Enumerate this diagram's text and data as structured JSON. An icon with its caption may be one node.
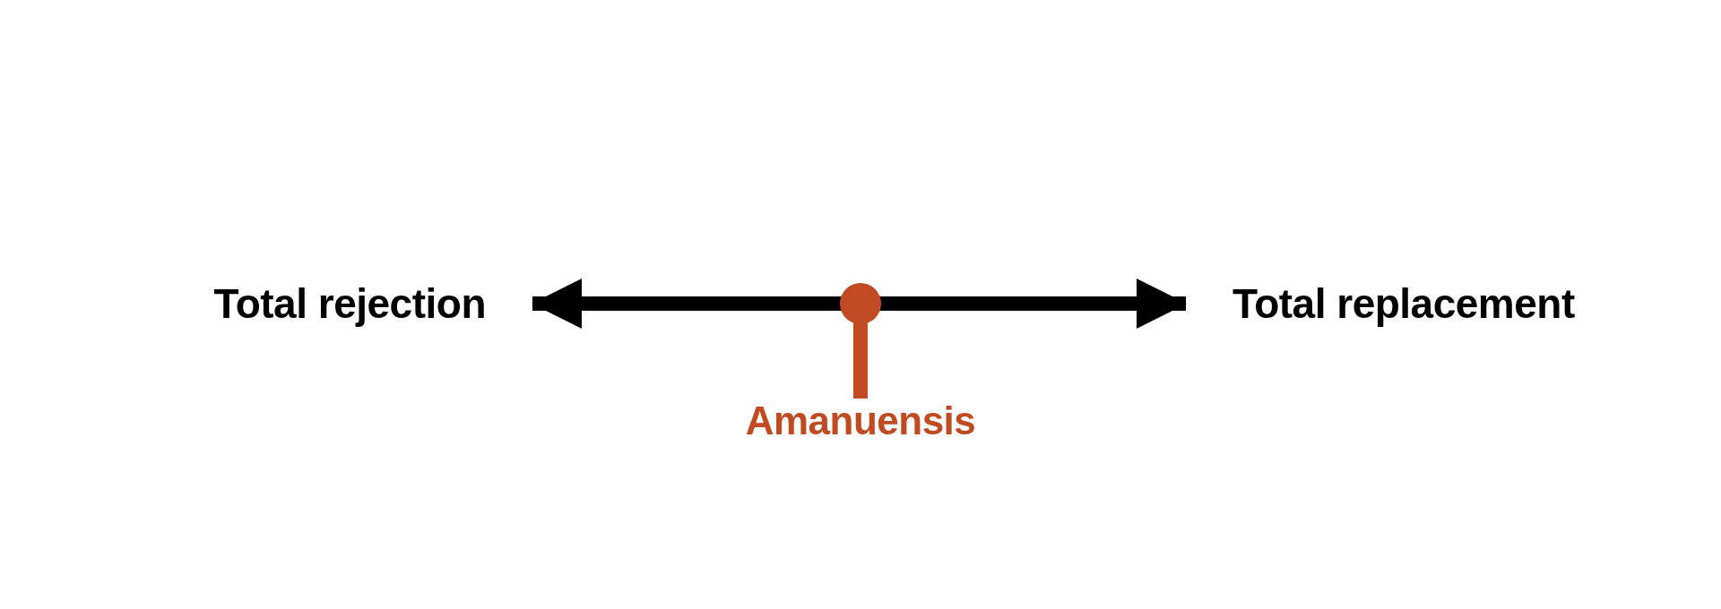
{
  "diagram": {
    "nodes": [
      {
        "text": [
          "Total rejection"
        ]
      },
      {
        "text": [
          "Total replacement"
        ]
      },
      {
        "text": [
          "Amanuensis"
        ]
      }
    ],
    "edges": [
      {
        "from": 0,
        "to": 1,
        "arrow": "both"
      },
      {
        "from": 2,
        "to": null,
        "arrow": "other",
        "color": "#c04a22"
      }
    ]
  }
}
